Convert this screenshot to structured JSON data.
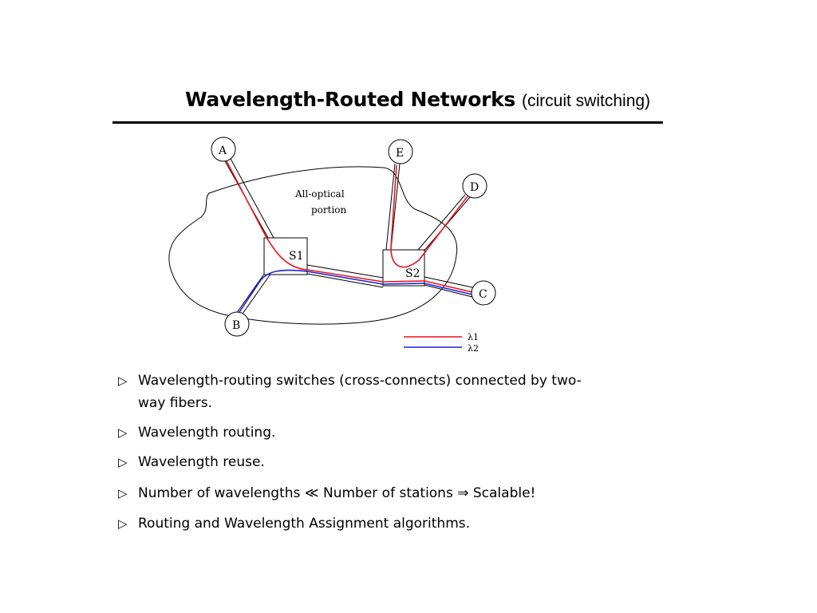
{
  "title": {
    "main": "Wavelength-Routed Networks",
    "sub": "(circuit switching)"
  },
  "diagram": {
    "nodes": [
      "A",
      "B",
      "C",
      "D",
      "E"
    ],
    "switches": [
      "S1",
      "S2"
    ],
    "region_label_line1": "All-optical",
    "region_label_line2": "portion",
    "legend": [
      {
        "label": "λ1",
        "color": "#e8141e"
      },
      {
        "label": "λ2",
        "color": "#1a22d6"
      }
    ]
  },
  "bullets": [
    {
      "marker": "▷",
      "text": "Wavelength-routing switches (cross-connects) connected by two-way fibers."
    },
    {
      "marker": "▷",
      "text": "Wavelength routing."
    },
    {
      "marker": "▷",
      "text": "Wavelength reuse."
    },
    {
      "marker": "▷",
      "text": "Number of wavelengths ≪ Number of stations ⇒ Scalable!"
    },
    {
      "marker": "▷",
      "text": "Routing and Wavelength Assignment algorithms."
    }
  ]
}
